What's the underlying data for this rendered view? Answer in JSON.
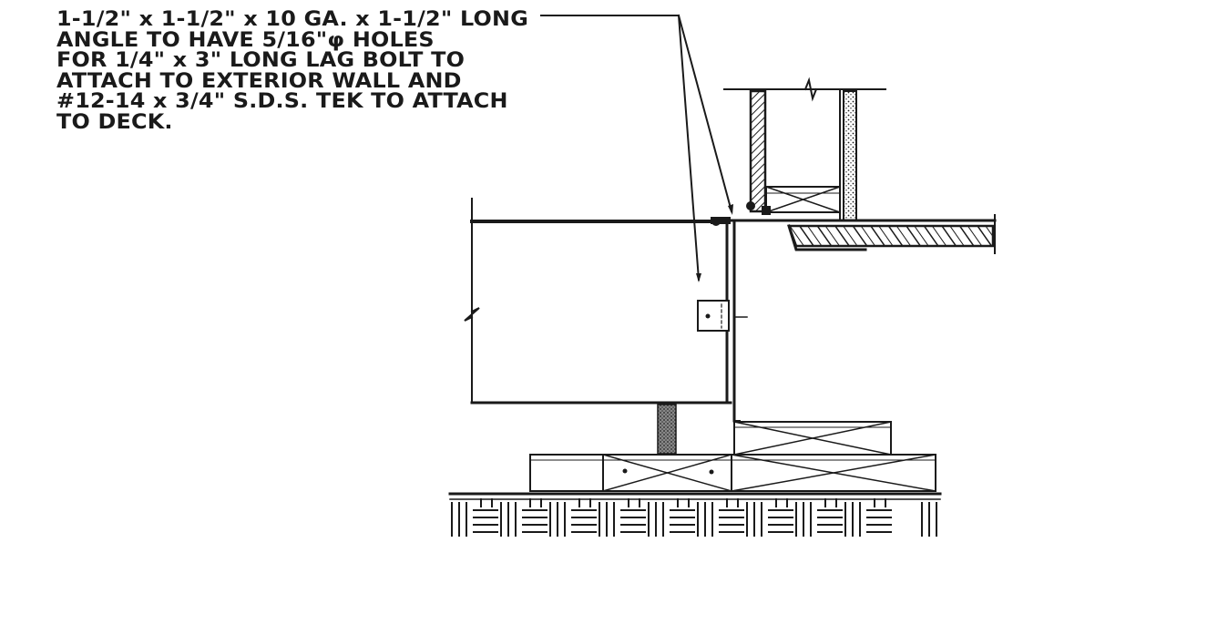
{
  "callout_note": {
    "lines": [
      "1-1/2\" x 1-1/2\" x 10 GA. x 1-1/2\" LONG",
      "ANGLE TO HAVE 5/16\"φ HOLES",
      "FOR 1/4\" x 3\" LONG LAG BOLT TO",
      "ATTACH TO EXTERIOR WALL AND",
      "#12-14 x 3/4\" S.D.S. TEK TO ATTACH",
      "TO DECK."
    ]
  },
  "colors": {
    "ink": "#1a1a1a",
    "paper": "#ffffff",
    "hatch": "#555555"
  }
}
